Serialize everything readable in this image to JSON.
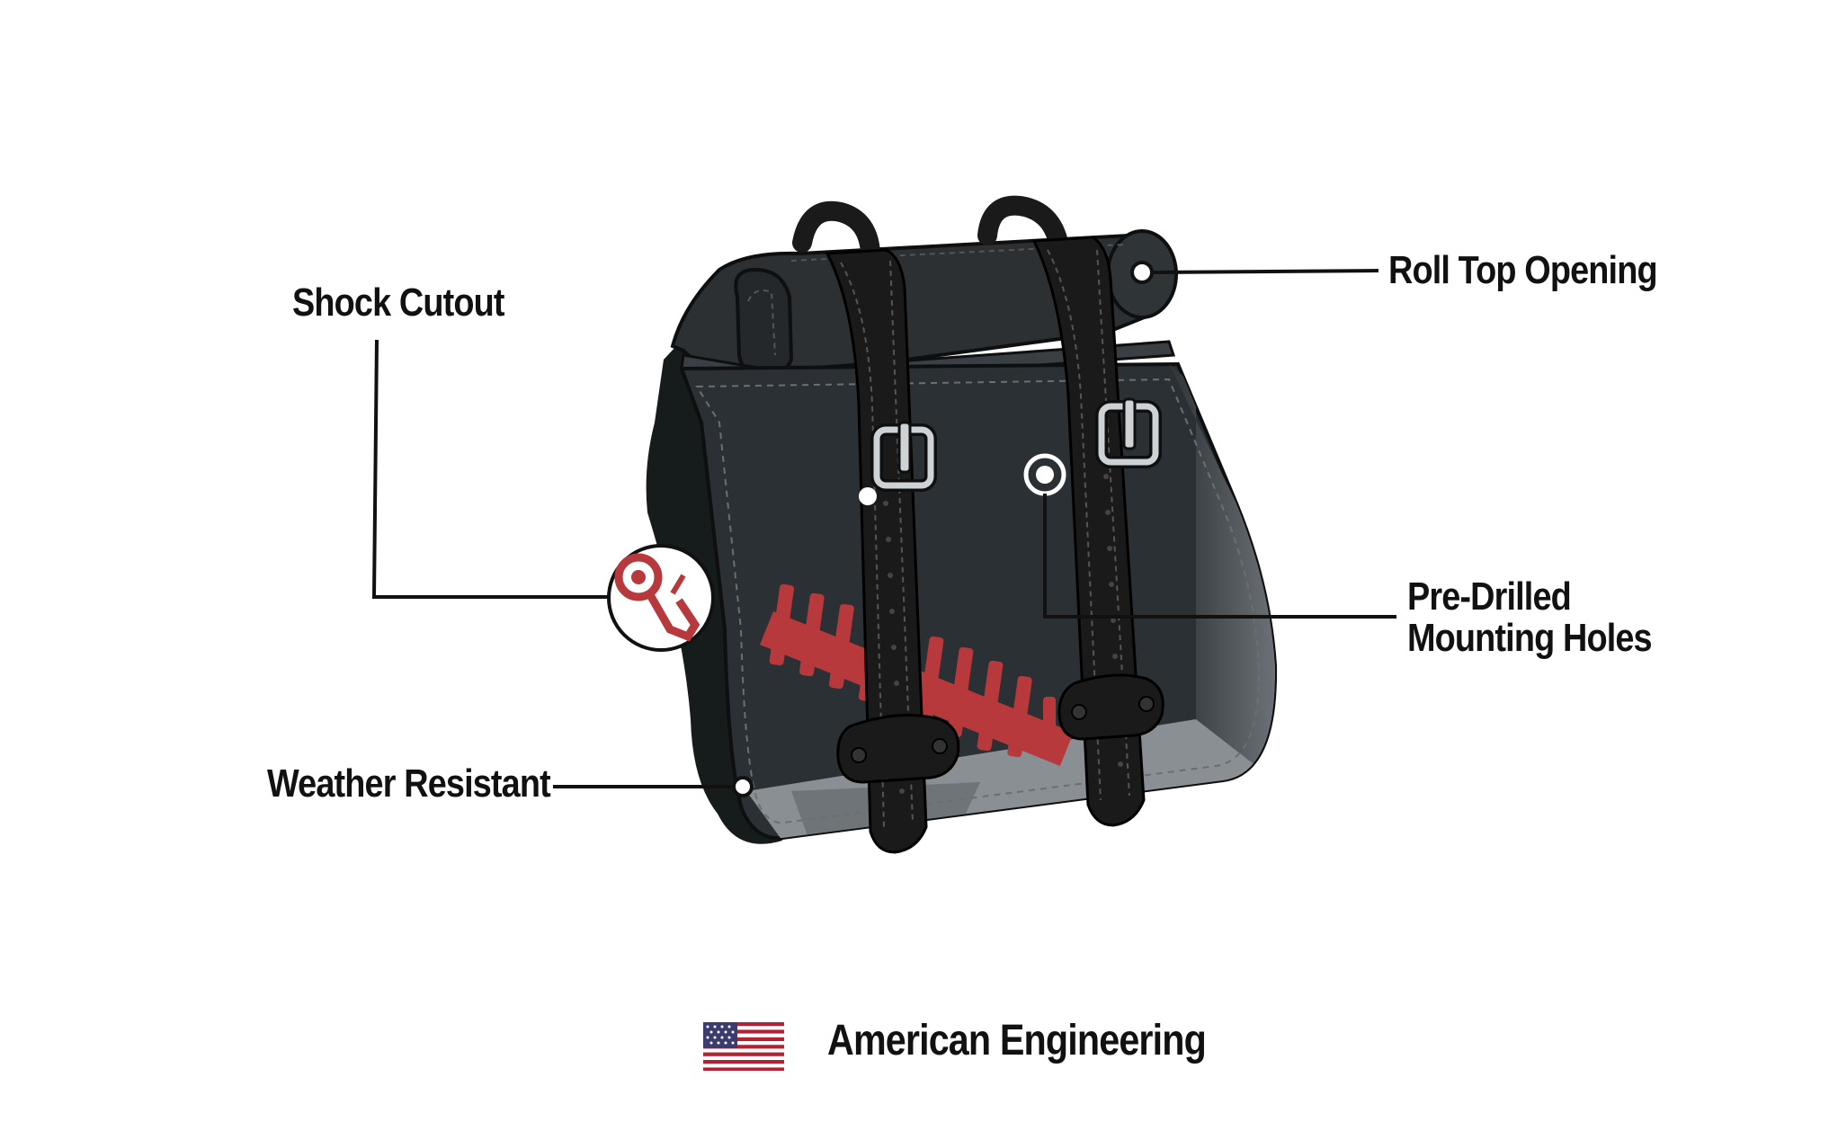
{
  "callouts": {
    "shock_cutout": "Shock Cutout",
    "roll_top_opening": "Roll Top Opening",
    "pre_drilled_line1": "Pre-Drilled",
    "pre_drilled_line2": "Mounting Holes",
    "weather_resistant": "Weather Resistant"
  },
  "footer": {
    "text": "American Engineering",
    "flag_icon": "us-flag-icon"
  },
  "colors": {
    "bag_dark": "#1b2021",
    "bag_front": "#2b3034",
    "strap": "#1a1a1a",
    "shock_red": "#b8393b",
    "callout_line": "#111111"
  }
}
